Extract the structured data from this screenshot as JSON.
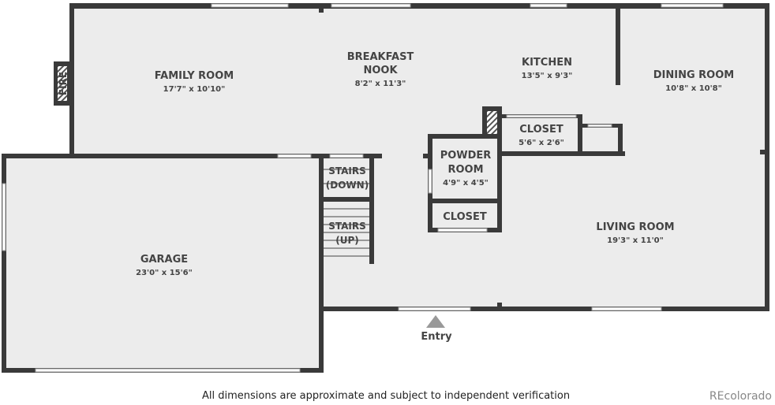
{
  "rooms": {
    "family": {
      "name": "FAMILY ROOM",
      "dims": "17'7\" x 10'10\""
    },
    "nook": {
      "name1": "BREAKFAST",
      "name2": "NOOK",
      "dims": "8'2\" x 11'3\""
    },
    "kitchen": {
      "name": "KITCHEN",
      "dims": "13'5\" x 9'3\""
    },
    "dining": {
      "name": "DINING ROOM",
      "dims": "10'8\" x 10'8\""
    },
    "closet1": {
      "name": "CLOSET",
      "dims": "5'6\" x 2'6\""
    },
    "powder": {
      "name1": "POWDER",
      "name2": "ROOM",
      "dims": "4'9\" x 4'5\""
    },
    "closet2": {
      "name": "CLOSET"
    },
    "living": {
      "name": "LIVING ROOM",
      "dims": "19'3\" x 11'0\""
    },
    "garage": {
      "name": "GARAGE",
      "dims": "23'0\" x 15'6\""
    },
    "stairs_down": {
      "l1": "STAIRS",
      "l2": "(DOWN)"
    },
    "stairs_up": {
      "l1": "STAIRS",
      "l2": "(UP)"
    },
    "fire": "FIRE"
  },
  "entry": "Entry",
  "disclaimer": "All dimensions are approximate and subject to independent verification",
  "brand": "REcolorado"
}
